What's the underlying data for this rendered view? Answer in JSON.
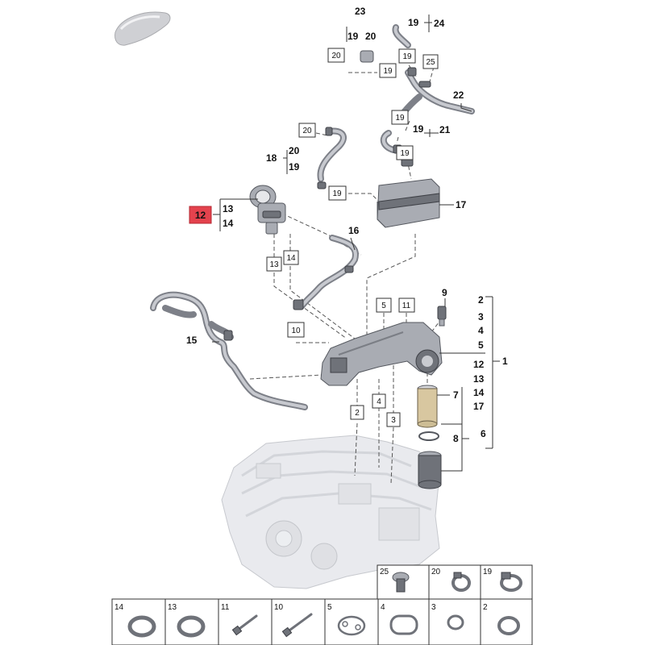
{
  "callouts": {
    "c1": "1",
    "c2": "2",
    "c3": "3",
    "c4": "4",
    "c5": "5",
    "c6": "6",
    "c7": "7",
    "c8": "8",
    "c9": "9",
    "c12": "12",
    "c13": "13",
    "c14": "14",
    "c15": "15",
    "c16": "16",
    "c17": "17",
    "c18": "18",
    "c19": "19",
    "c20": "20",
    "c21": "21",
    "c22": "22",
    "c23": "23",
    "c24": "24",
    "c25": "25"
  },
  "boxed_refs": {
    "b20_top": "20",
    "b19_a": "19",
    "b19_b": "19",
    "b25": "25",
    "b19_c": "19",
    "b19_d": "19",
    "b20_mid": "20",
    "b19_e": "19",
    "b13": "13",
    "b14": "14",
    "b5": "5",
    "b11": "11",
    "b10": "10",
    "b4": "4",
    "b2": "2",
    "b3": "3"
  },
  "highlight": {
    "label": "12",
    "color": "#e4424d"
  },
  "parts_grid": {
    "top_row": [
      "25",
      "20",
      "19"
    ],
    "bottom_row": [
      "14",
      "13",
      "11",
      "10",
      "5",
      "4",
      "3",
      "2"
    ]
  }
}
